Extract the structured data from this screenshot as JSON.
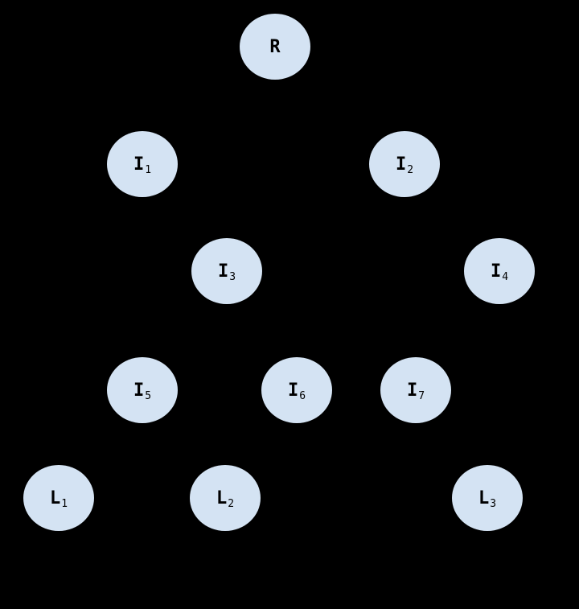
{
  "diagram": {
    "background": "#000000",
    "node_fill": "#d4e3f3",
    "nodes": {
      "r": {
        "label": "R",
        "sub": ""
      },
      "i1": {
        "label": "I",
        "sub": "1"
      },
      "i2": {
        "label": "I",
        "sub": "2"
      },
      "i3": {
        "label": "I",
        "sub": "3"
      },
      "i4": {
        "label": "I",
        "sub": "4"
      },
      "i5": {
        "label": "I",
        "sub": "5"
      },
      "i6": {
        "label": "I",
        "sub": "6"
      },
      "i7": {
        "label": "I",
        "sub": "7"
      },
      "l1": {
        "label": "L",
        "sub": "1"
      },
      "l2": {
        "label": "L",
        "sub": "2"
      },
      "l3": {
        "label": "L",
        "sub": "3"
      }
    }
  }
}
